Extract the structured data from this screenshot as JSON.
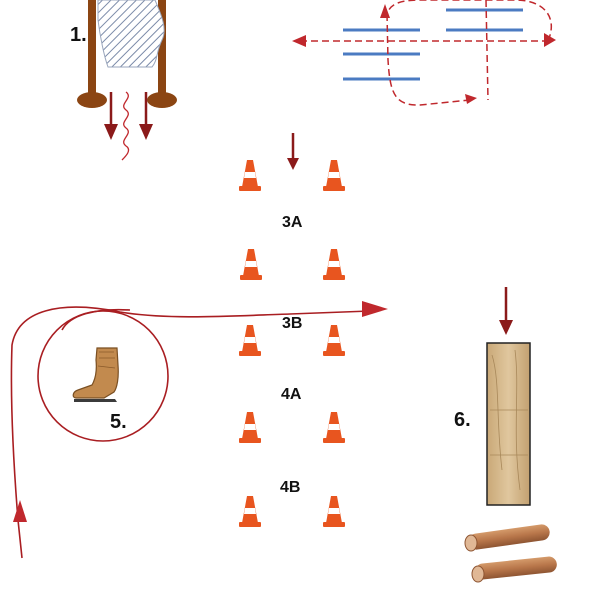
{
  "stations": {
    "s1": "1.",
    "s5": "5.",
    "s6": "6.",
    "lane_3a": "3A",
    "lane_3b": "3B",
    "lane_4a": "4A",
    "lane_4b": "4B"
  },
  "colors": {
    "arrow": "#8b1a1a",
    "route_line": "#c0282d",
    "pole": "#8b4513",
    "ground_pole": "#4b7bc2",
    "cone": "#e8551f",
    "cone_stripe": "#ffffff",
    "boot": "#c28a4e",
    "board": "#d7b98a",
    "log": "#b8764a"
  },
  "icons": {
    "gate": "hanging-curtain-gate-icon",
    "ground_poles": "ground-poles-icon",
    "cone": "traffic-cone-icon",
    "boot": "cowboy-boot-icon",
    "board": "wooden-board-icon",
    "log": "log-icon"
  }
}
